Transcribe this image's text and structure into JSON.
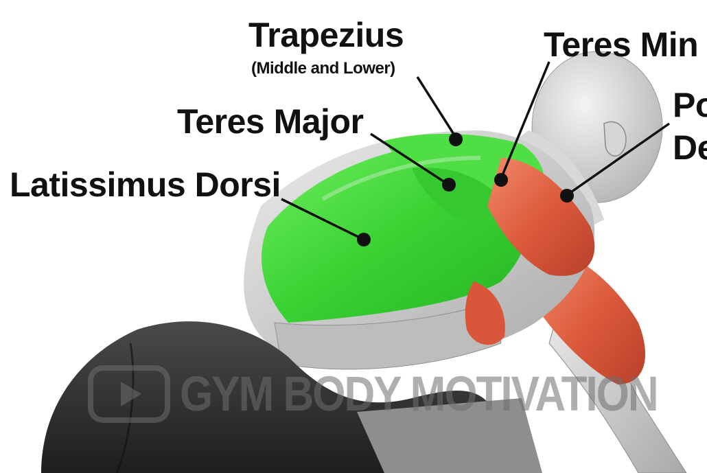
{
  "labels": {
    "trapezius": "Trapezius",
    "trapezius_sub": "(Middle and Lower)",
    "teres_major": "Teres Major",
    "latissimus": "Latissimus Dorsi",
    "teres_minor": "Teres Min",
    "posterior_line1": "Po",
    "posterior_line2": "De"
  },
  "watermark": {
    "text": "GYM BODY MOTIVATION",
    "icon": "play-button-icon"
  },
  "colors": {
    "highlight_back": "#3fd63a",
    "highlight_shoulder": "#d9563a",
    "skin_gray": "#c9c9c9",
    "shorts": "#2b2b2b",
    "label_text": "#111111"
  }
}
